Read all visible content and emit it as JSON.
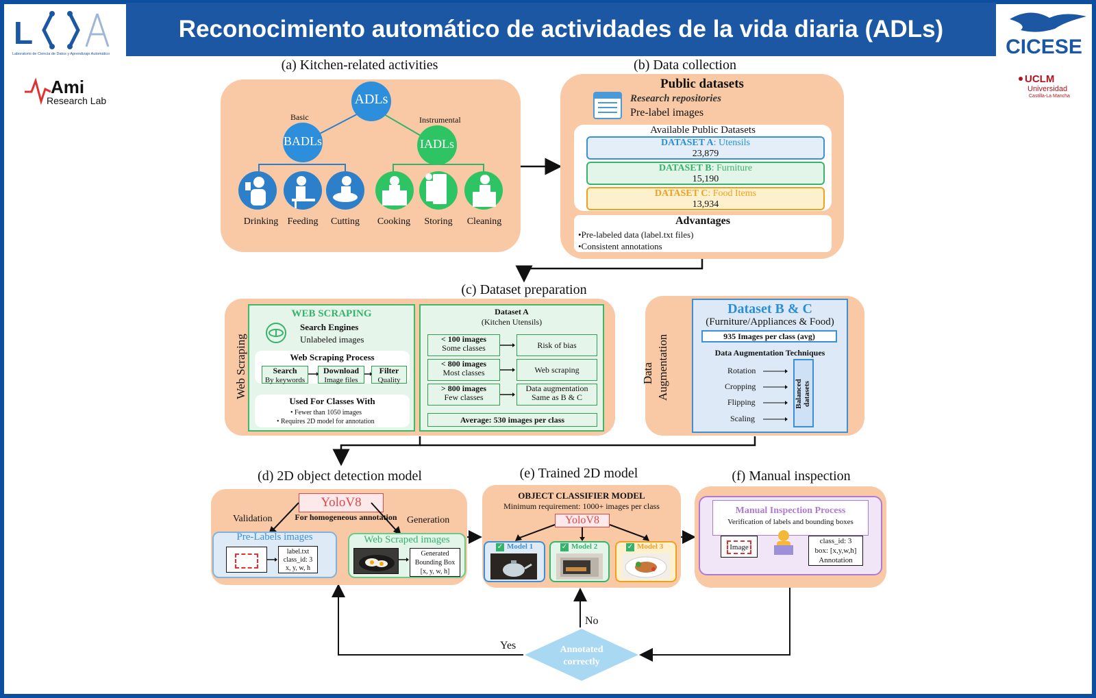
{
  "header": {
    "title": "Reconocimiento automático de actividades de la vida diaria (ADLs)",
    "lab_logo_letters": "L",
    "lab_logo_caption": "Laboratorio de Ciencia de Datos y Aprendizaje Automático",
    "cicese_logo": "CICESE",
    "ami_logo": "Ami",
    "ami_logo_sub": "Research Lab",
    "uclm_logo": "UCLM",
    "uclm_sub1": "Universidad",
    "uclm_sub2": "Castilla-La Mancha"
  },
  "section_a": {
    "title": "(a) Kitchen-related activities",
    "root": "ADLs",
    "basic_label": "Basic",
    "instrumental_label": "Instrumental",
    "badls": "BADLs",
    "iadls": "IADLs",
    "activities": [
      "Drinking",
      "Feeding",
      "Cutting",
      "Cooking",
      "Storing",
      "Cleaning"
    ]
  },
  "section_b": {
    "title": "(b) Data collection",
    "heading": "Public datasets",
    "sub1": "Research repositories",
    "sub2": "Pre-label images",
    "available_title": "Available Public Datasets",
    "datasets": [
      {
        "name": "DATASET A",
        "desc": ": Utensils",
        "count": "23,879",
        "color": "#2a8fd8"
      },
      {
        "name": "DATASET B",
        "desc": ": Furniture",
        "count": "15,190",
        "color": "#36b36b"
      },
      {
        "name": "DATASET C",
        "desc": ": Food Items",
        "count": "13,934",
        "color": "#f0a020"
      }
    ],
    "advantages_title": "Advantages",
    "advantages": [
      "•Pre-labeled data (label.txt files)",
      "•Consistent annotations"
    ]
  },
  "section_c": {
    "title": "(c) Dataset preparation",
    "side_label": "Web Scraping",
    "web_scraping_title": "WEB SCRAPING",
    "search_engines": "Search Engines",
    "unlabeled": "Unlabeled images",
    "process_title": "Web Scraping  Process",
    "steps": [
      {
        "t": "Search",
        "s": "By keywords"
      },
      {
        "t": "Download",
        "s": "Image files"
      },
      {
        "t": "Filter",
        "s": "Quality"
      }
    ],
    "used_title": "Used For Classes With",
    "used_items": [
      "•  Fewer than 1050 images",
      "•  Requires 2D model for annotation"
    ],
    "dataset_a_title": "Dataset A",
    "dataset_a_sub": "(Kitchen Utensils)",
    "rows": [
      {
        "l1": "< 100 images",
        "l2": "Some classes",
        "r": "Risk of bias",
        "r2": ""
      },
      {
        "l1": "< 800 images",
        "l2": "Most classes",
        "r": "Web scraping",
        "r2": ""
      },
      {
        "l1": "> 800 images",
        "l2": "Few classes",
        "r": "Data augmentation",
        "r2": "Same as B & C"
      }
    ],
    "average": "Average: 530 images per class",
    "aug_side_label1": "Data",
    "aug_side_label2": "Augmentation",
    "bc_title": "Dataset B & C",
    "bc_sub": "(Furniture/Appliances & Food)",
    "bc_count": "935 Images per class (avg)",
    "techniques_title": "Data Augmentation Techniques",
    "techniques": [
      "Rotation",
      "Cropping",
      "Flipping",
      "Scaling"
    ],
    "balanced1": "Balanced",
    "balanced2": "datasets"
  },
  "section_d": {
    "title": "(d) 2D object detection model",
    "model": "YoloV8",
    "model_sub": "For homogeneous annotation",
    "validation": "Validation",
    "generation": "Generation",
    "prelabels_title": "Pre-Labels images",
    "prelabels_text": [
      "label.txt",
      "class_id: 3",
      "x, y, w, h"
    ],
    "scraped_title": "Web Scraped images",
    "scraped_text": [
      "Generated",
      "Bounding Box",
      "[x, y, w, h]"
    ]
  },
  "section_e": {
    "title": "(e) Trained 2D model",
    "heading": "OBJECT CLASSIFIER MODEL",
    "sub": "Minimum requirement: 1000+ images per class",
    "model": "YoloV8",
    "models": [
      {
        "name": "Model 1",
        "color": "#3b8fd6"
      },
      {
        "name": "Model 2",
        "color": "#36b36b"
      },
      {
        "name": "Model 3",
        "color": "#f0a020"
      }
    ]
  },
  "section_f": {
    "title": "(f) Manual inspection",
    "heading": "Manual Inspection Process",
    "sub": "Verification of labels and bounding boxes",
    "image_label": "Image",
    "annotation": [
      "class_id: 3",
      "box: [x,y,w,h]",
      "Annotation"
    ]
  },
  "decision": {
    "text1": "Annotated",
    "text2": "correctly",
    "yes": "Yes",
    "no": "No"
  }
}
